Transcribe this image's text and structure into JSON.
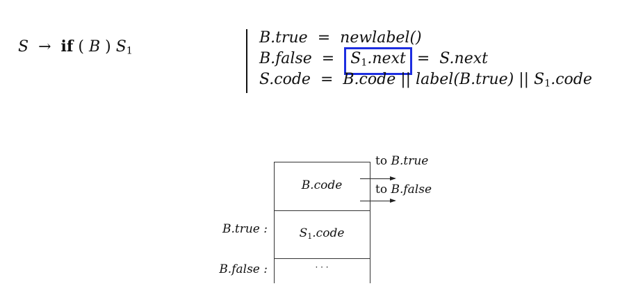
{
  "production": {
    "lhs": "S",
    "arrow": "→",
    "keyword": "if",
    "open_paren": "(",
    "cond": "B",
    "close_paren": ")",
    "body": "S",
    "body_sub": "1"
  },
  "rules": [
    {
      "lhs": "B.true",
      "eq": "=",
      "rhs": "newlabel()"
    },
    {
      "lhs": "B.false",
      "eq": "=",
      "highlight_main": "S",
      "highlight_sub": "1",
      "highlight_rest": ".next",
      "eq2": "=",
      "rhs": "S.next"
    },
    {
      "lhs": "S.code",
      "eq": "=",
      "rhs_parts": [
        "B.code",
        " || ",
        "label(B.true)",
        " || ",
        "S",
        "1",
        ".code"
      ]
    }
  ],
  "highlight": {
    "color": "#1d2ee0",
    "target": "S1.next"
  },
  "diagram": {
    "cells": [
      {
        "label": "B.code"
      },
      {
        "label_main": "S",
        "label_sub": "1",
        "label_rest": ".code"
      },
      {
        "label": "· · ·"
      }
    ],
    "side_labels": [
      "B.true :",
      "B.false :"
    ],
    "arrows": [
      {
        "prefix": "to ",
        "target": "B.true"
      },
      {
        "prefix": "to ",
        "target": "B.false"
      }
    ]
  }
}
